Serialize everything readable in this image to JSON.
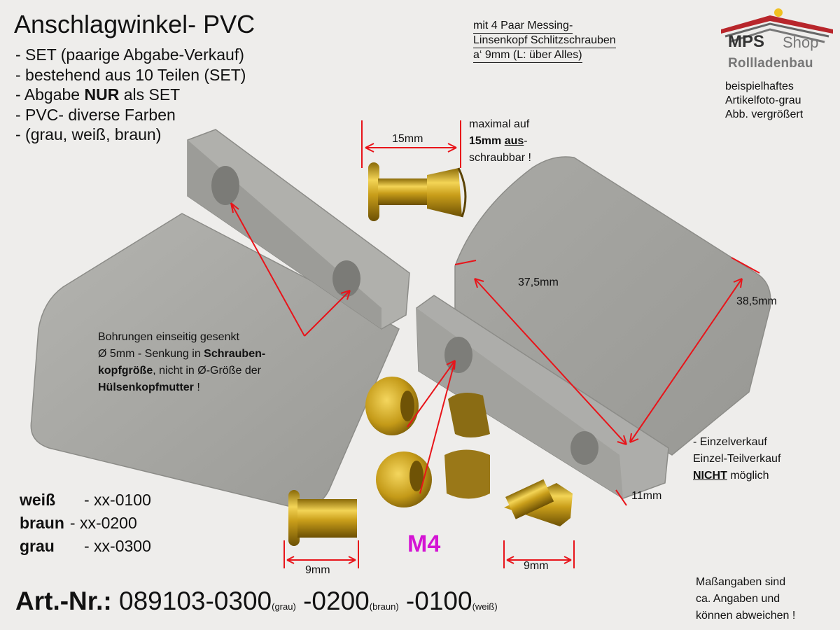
{
  "title": "Anschlagwinkel- PVC",
  "features": [
    "- SET (paarige Abgabe-Verkauf)",
    "- bestehend aus 10 Teilen (SET)",
    "- Abgabe ",
    "- PVC- diverse Farben",
    "- (grau, weiß, braun)"
  ],
  "features_bold": "NUR",
  "features_after": " als SET",
  "top_note": [
    "mit 4 Paar Messing-",
    "Linsenkopf Schlitzschrauben",
    "a‘  9mm (L: über Alles)"
  ],
  "logo": {
    "mps": "MPS",
    "shop": "Shop",
    "roll": "Rollladenbau"
  },
  "photo_note": [
    "beispielhaftes",
    "Artikelfoto-grau",
    "Abb. vergrößert"
  ],
  "dims": {
    "screw_length": "15mm",
    "width": "37,5mm",
    "height": "38,5mm",
    "depth": "11mm",
    "small1": "9mm",
    "small2": "9mm"
  },
  "max_note": {
    "l1": "maximal auf",
    "l2b": "15mm",
    "l2u": "aus",
    "l2r": "-",
    "l3": "schraubbar !"
  },
  "bohr": {
    "l1a": "Bohrungen einseitig gesenkt",
    "l2a": "Ø 5mm - Senkung in ",
    "l2b": "Schrauben-",
    "l3b": "kopfgröße",
    "l3a": ", nicht in Ø-Größe der",
    "l4b": "Hülsenkopfmutter",
    "l4a": " !"
  },
  "einzel": {
    "l1": "- Einzelverkauf",
    "l2": "Einzel-Teilverkauf",
    "l3b": "NICHT",
    "l3a": " möglich"
  },
  "colors": [
    {
      "name": "weiß",
      "code": "- xx-0100"
    },
    {
      "name": "braun",
      "code": "- xx-0200"
    },
    {
      "name": "grau",
      "code": "- xx-0300"
    }
  ],
  "m4": "M4",
  "art": {
    "label": "Art.-Nr.:",
    "n1": " 089103-0300",
    "s1": "(grau)",
    "n2": "  -0200",
    "s2": "(braun)",
    "n3": "  -0100",
    "s3": "(weiß)"
  },
  "mass_note": [
    "Maßangaben sind",
    "ca. Angaben und",
    "können abweichen !"
  ],
  "colors_palette": {
    "pvc": "#a4a4a0",
    "brass": "#c9a21e",
    "arrow": "#e8141a",
    "logo_red": "#b8262b"
  }
}
